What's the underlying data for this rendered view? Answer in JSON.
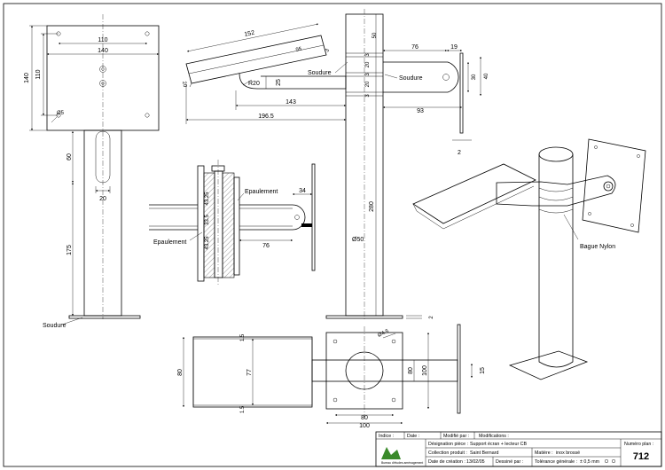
{
  "front_view": {
    "dims": {
      "w110": "110",
      "w140": "140",
      "h140": "140",
      "h110": "110",
      "hole": "Ø5",
      "slot_h": "60",
      "slot_w": "20",
      "height": "175"
    },
    "weld_label": "Soudure"
  },
  "arm_view": {
    "dims": {
      "len152": "152",
      "ang": "95",
      "r3": "3",
      "t20": "20",
      "r20": "R20",
      "h25": "25",
      "len143": "143",
      "len196": "196.5"
    }
  },
  "side_view": {
    "dims": {
      "d50": "50",
      "d3a": "3",
      "d20a": "20",
      "d3b": "3",
      "d20b": "20",
      "d3c": "3",
      "d76": "76",
      "d19": "19",
      "d30": "30",
      "d40": "40",
      "d93": "93",
      "d2": "2",
      "d280": "280",
      "dia50": "Ø50",
      "d2b": "2"
    },
    "weld_label_1": "Soudure",
    "weld_label_2": "Soudure"
  },
  "section_view": {
    "dims": {
      "a": "43.25",
      "b": "33.5",
      "c": "43.25",
      "d34": "34",
      "d76": "76"
    },
    "shoulder_top": "Epaulement",
    "shoulder_bottom": "Epaulement"
  },
  "bottom_view": {
    "dims": {
      "t15a": "1.5",
      "d80": "80",
      "d77": "77",
      "t15b": "1.5",
      "hole": "Ø4.5",
      "d100": "100",
      "d80w": "80",
      "d100w": "100",
      "d100h": "100",
      "d15": "15"
    }
  },
  "iso_view": {
    "nylon_label": "Bague Nylon"
  },
  "title_block": {
    "header": {
      "indice": "Indice :",
      "date": "Date :",
      "modif_par": "Modifié par :",
      "modifications": "Modifications :"
    },
    "designation_label": "Désignation pièce :",
    "designation_value": "Support écran + lecteur CB",
    "collection_label": "Collection produit :",
    "collection_value": "Saint Bernard",
    "matiere_label": "Matière :",
    "matiere_value": "inox brossé",
    "date_label": "Date de création :",
    "date_value": "13/02/05",
    "dessine_label": "Dessiné par :",
    "tolerance_label": "Tolérance générale :",
    "tolerance_value": "± 0,5 mm",
    "plan_label": "Numéro plan :",
    "plan_value": "712",
    "logo_text": "Bureau d'études aménagement"
  },
  "colors": {
    "line": "#000000",
    "hatch": "#555555",
    "logo": "#3a8a2a"
  }
}
